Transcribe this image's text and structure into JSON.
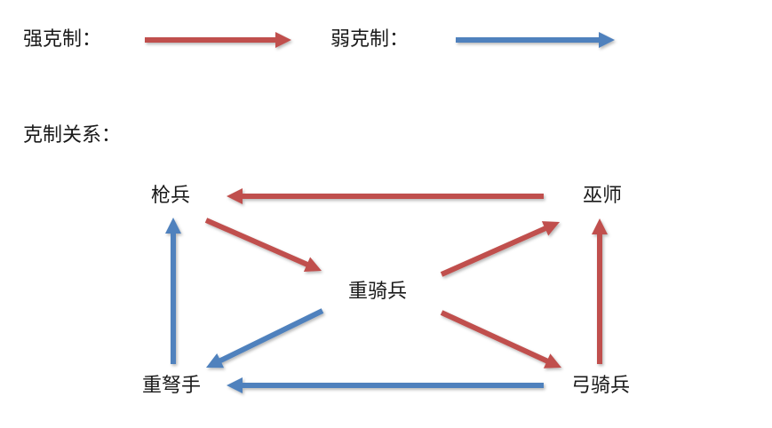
{
  "legend": {
    "strong_label": "强克制：",
    "weak_label": "弱克制：",
    "strong_color": "#c0504d",
    "weak_color": "#4f81bd"
  },
  "section_title": "克制关系：",
  "nodes": {
    "spear": "枪兵",
    "mage": "巫师",
    "heavy_cavalry": "重骑兵",
    "heavy_crossbow": "重弩手",
    "horse_archer": "弓骑兵"
  },
  "relations": [
    {
      "from": "mage",
      "to": "spear",
      "type": "strong"
    },
    {
      "from": "spear",
      "to": "heavy_cavalry",
      "type": "strong"
    },
    {
      "from": "heavy_cavalry",
      "to": "mage",
      "type": "strong"
    },
    {
      "from": "heavy_cavalry",
      "to": "horse_archer",
      "type": "strong"
    },
    {
      "from": "horse_archer",
      "to": "mage",
      "type": "strong"
    },
    {
      "from": "heavy_cavalry",
      "to": "heavy_crossbow",
      "type": "weak"
    },
    {
      "from": "horse_archer",
      "to": "heavy_crossbow",
      "type": "weak"
    },
    {
      "from": "heavy_crossbow",
      "to": "spear",
      "type": "weak"
    }
  ]
}
